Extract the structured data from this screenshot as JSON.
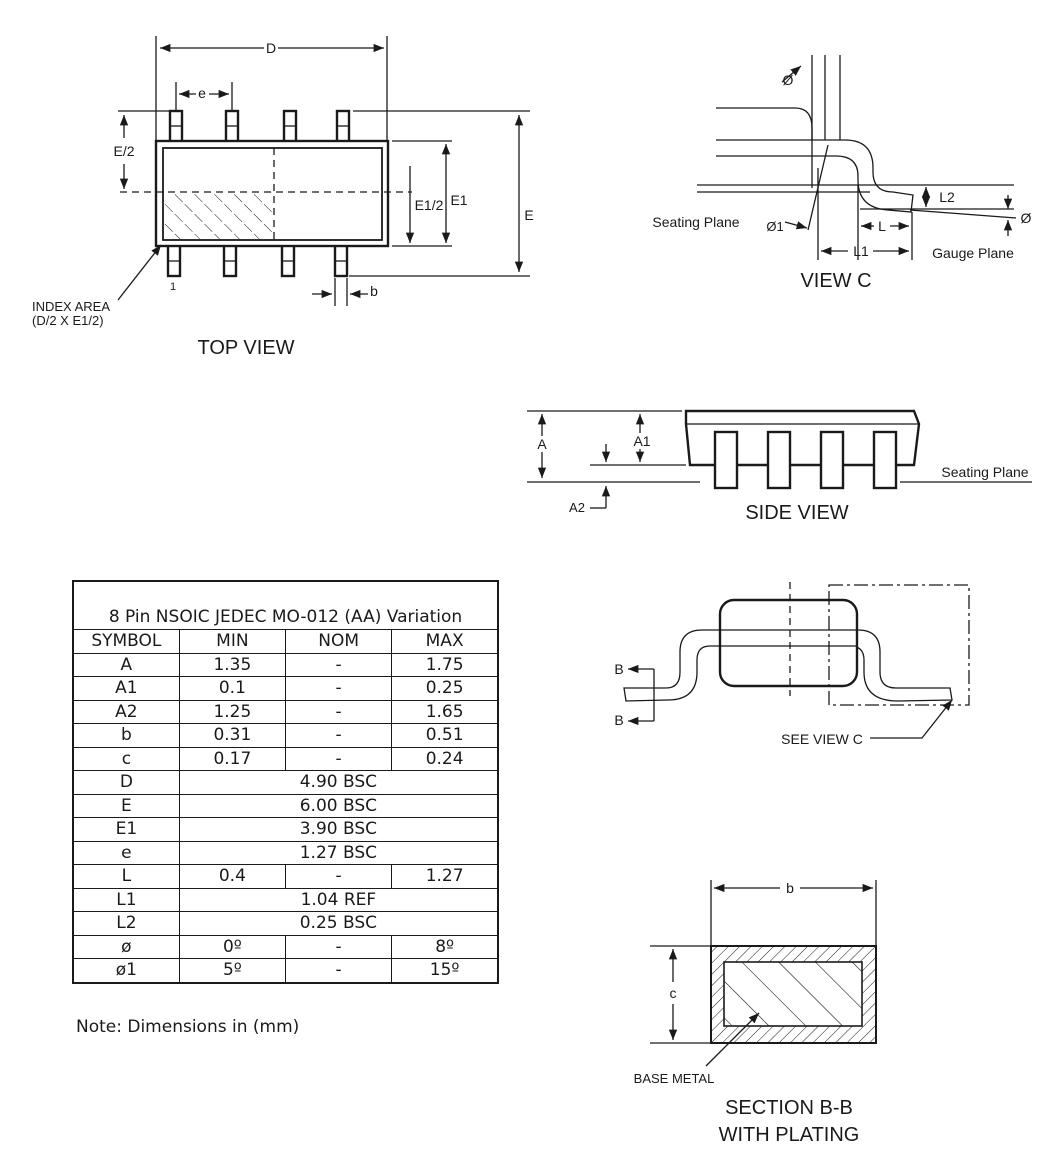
{
  "top_view": {
    "title": "TOP VIEW",
    "labels": {
      "D": "D",
      "e": "e",
      "E_half": "E/2",
      "E1_half": "E1/2",
      "E1": "E1",
      "E": "E",
      "b": "b",
      "pin1": "1",
      "index_area_line1": "INDEX AREA",
      "index_area_line2": "(D/2 X E1/2)"
    }
  },
  "view_c": {
    "title": "VIEW C",
    "labels": {
      "phi": "Ø",
      "phi1": "Ø1",
      "L": "L",
      "L1": "L1",
      "L2": "L2",
      "phi_right": "Ø",
      "seating_plane": "Seating Plane",
      "gauge_plane": "Gauge Plane"
    }
  },
  "side_view": {
    "title": "SIDE VIEW",
    "labels": {
      "A": "A",
      "A1": "A1",
      "A2": "A2",
      "seating_plane": "Seating Plane"
    }
  },
  "end_view": {
    "labels": {
      "b_top": "B",
      "b_bottom": "B",
      "see_view_c": "SEE VIEW C"
    }
  },
  "section_bb": {
    "title_line1": "SECTION B-B",
    "title_line2": "WITH PLATING",
    "labels": {
      "b": "b",
      "c": "c",
      "base_metal": "BASE METAL"
    }
  },
  "table": {
    "caption": "8 Pin NSOIC JEDEC MO-012 (AA) Variation",
    "headers": [
      "SYMBOL",
      "MIN",
      "NOM",
      "MAX"
    ],
    "rows": [
      {
        "symbol": "A",
        "min": "1.35",
        "nom": "-",
        "max": "1.75"
      },
      {
        "symbol": "A1",
        "min": "0.1",
        "nom": "-",
        "max": "0.25"
      },
      {
        "symbol": "A2",
        "min": "1.25",
        "nom": "-",
        "max": "1.65"
      },
      {
        "symbol": "b",
        "min": "0.31",
        "nom": "-",
        "max": "0.51"
      },
      {
        "symbol": "c",
        "min": "0.17",
        "nom": "-",
        "max": "0.24"
      },
      {
        "symbol": "D",
        "span": "4.90 BSC"
      },
      {
        "symbol": "E",
        "span": "6.00 BSC"
      },
      {
        "symbol": "E1",
        "span": "3.90 BSC"
      },
      {
        "symbol": "e",
        "span": "1.27 BSC"
      },
      {
        "symbol": "L",
        "min": "0.4",
        "nom": "-",
        "max": "1.27"
      },
      {
        "symbol": "L1",
        "span": "1.04 REF"
      },
      {
        "symbol": "L2",
        "span": "0.25 BSC"
      },
      {
        "symbol": "ø",
        "min": "0º",
        "nom": "-",
        "max": "8º"
      },
      {
        "symbol": "ø1",
        "min": "5º",
        "nom": "-",
        "max": "15º"
      }
    ]
  },
  "note": "Note: Dimensions in (mm)"
}
